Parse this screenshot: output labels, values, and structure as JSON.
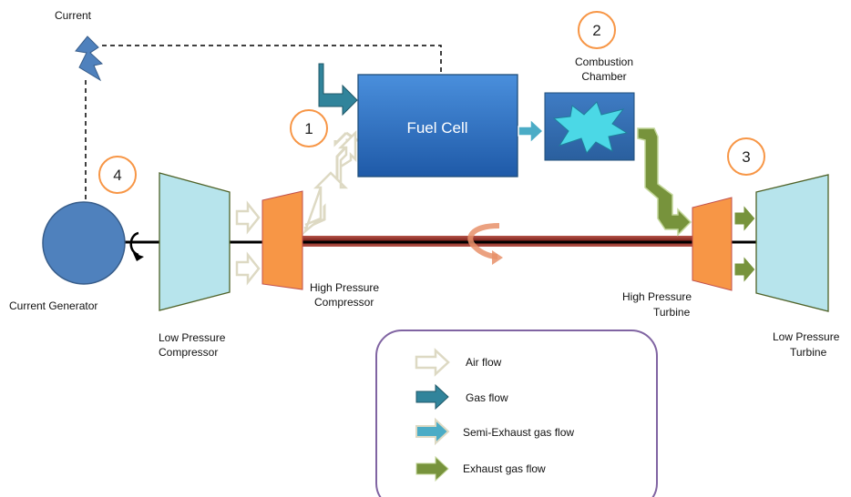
{
  "labels": {
    "current": "Current",
    "current_generator": "Current Generator",
    "fuel_cell": "Fuel Cell",
    "combustion_line1": "Combustion",
    "combustion_line2": "Chamber",
    "lp_compressor_line1": "Low Pressure",
    "lp_compressor_line2": "Compressor",
    "hp_compressor_line1": "High Pressure",
    "hp_compressor_line2": "Compressor",
    "hp_turbine_line1": "High Pressure",
    "hp_turbine_line2": "Turbine",
    "lp_turbine_line1": "Low Pressure",
    "lp_turbine_line2": "Turbine"
  },
  "markers": [
    "1",
    "2",
    "3",
    "4"
  ],
  "legend": {
    "items": [
      {
        "label": "Air flow",
        "icon": "air-flow-arrow"
      },
      {
        "label": "Gas flow",
        "icon": "gas-flow-arrow"
      },
      {
        "label": "Semi-Exhaust gas flow",
        "icon": "semi-exhaust-flow-arrow"
      },
      {
        "label": "Exhaust gas flow",
        "icon": "exhaust-flow-arrow"
      }
    ]
  },
  "colors": {
    "air": "#ddd9c3",
    "gas": "#31849b",
    "semi_exhaust": "#4bacc6",
    "exhaust": "#77933c",
    "fuel_cell": "#2e6fc0",
    "compressor_hp": "#f79646",
    "turbine_lp": "#b7e4ec",
    "marker": "#f79646",
    "legend_border": "#8064a2",
    "shaft": "#8b2a24"
  }
}
